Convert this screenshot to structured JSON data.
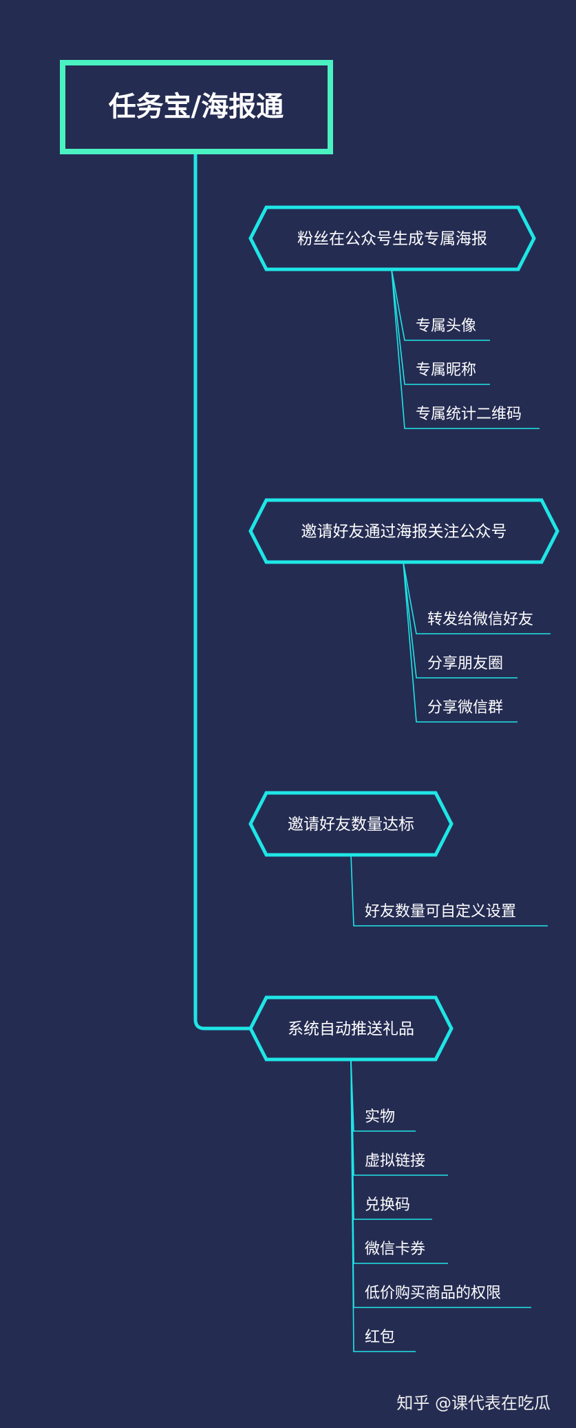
{
  "root": {
    "label": "任务宝/海报通"
  },
  "branches": [
    {
      "label": "粉丝在公众号生成专属海报",
      "children": [
        "专属头像",
        "专属昵称",
        "专属统计二维码"
      ]
    },
    {
      "label": "邀请好友通过海报关注公众号",
      "children": [
        "转发给微信好友",
        "分享朋友圈",
        "分享微信群"
      ]
    },
    {
      "label": "邀请好友数量达标",
      "children": [
        "好友数量可自定义设置"
      ]
    },
    {
      "label": "系统自动推送礼品",
      "children": [
        "实物",
        "虚拟链接",
        "兑换码",
        "微信卡券",
        "低价购买商品的权限",
        "红包"
      ]
    }
  ],
  "watermark": "知乎 @课代表在吃瓜",
  "colors": {
    "background": "#252c52",
    "root_border": "#4af2c2",
    "branch_border": "#1ee6e6",
    "connector": "#1ee6e6",
    "text": "#ffffff"
  }
}
